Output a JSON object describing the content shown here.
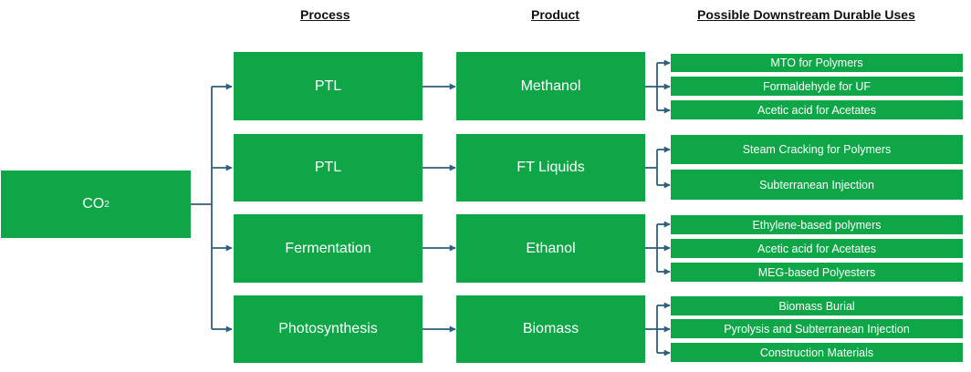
{
  "headers": {
    "process": "Process",
    "product": "Product",
    "uses": "Possible Downstream Durable Uses"
  },
  "source": {
    "label": "CO",
    "subscript": "2"
  },
  "rows": [
    {
      "process": "PTL",
      "product": "Methanol",
      "uses": [
        "MTO for Polymers",
        "Formaldehyde for UF",
        "Acetic acid for Acetates"
      ]
    },
    {
      "process": "PTL",
      "product": "FT Liquids",
      "uses": [
        "Steam Cracking for Polymers",
        "Subterranean Injection"
      ]
    },
    {
      "process": "Fermentation",
      "product": "Ethanol",
      "uses": [
        "Ethylene-based polymers",
        "Acetic acid for Acetates",
        "MEG-based Polyesters"
      ]
    },
    {
      "process": "Photosynthesis",
      "product": "Biomass",
      "uses": [
        "Biomass Burial",
        "Pyrolysis and Subterranean Injection",
        "Construction Materials"
      ]
    }
  ],
  "colors": {
    "box": "#0fa648",
    "connector": "#2e5f7d"
  }
}
